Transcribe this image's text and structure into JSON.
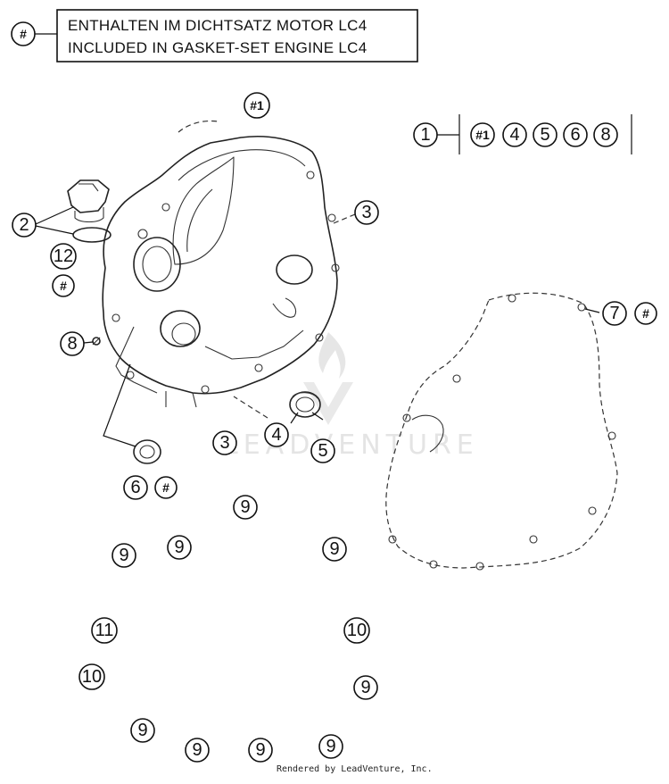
{
  "legend": {
    "symbol": "#",
    "line1": "ENTHALTEN IM DICHTSATZ MOTOR LC4",
    "line2": "INCLUDED IN GASKET-SET ENGINE LC4"
  },
  "kit": {
    "main": "1",
    "items": [
      "#1",
      "4",
      "5",
      "6",
      "8"
    ]
  },
  "callouts": {
    "c_hash1": "#1",
    "c2": "2",
    "c12": "12",
    "c2_hash": "#",
    "c8": "8",
    "c3_top": "3",
    "c7": "7",
    "c7_hash": "#",
    "c3_bottom": "3",
    "c4": "4",
    "c5": "5",
    "c6": "6",
    "c6_hash": "#",
    "c9_a": "9",
    "c9_b": "9",
    "c9_c": "9",
    "c9_d": "9",
    "c11": "11",
    "c10_a": "10",
    "c10_b": "10",
    "c9_e": "9",
    "c9_f": "9",
    "c9_g": "9",
    "c9_h": "9",
    "c9_i": "9"
  },
  "watermark": "LEADVENTURE",
  "footer": "Rendered by LeadVenture, Inc.",
  "colors": {
    "ink": "#111111",
    "background": "#ffffff",
    "watermark": "#e4e4e4"
  }
}
